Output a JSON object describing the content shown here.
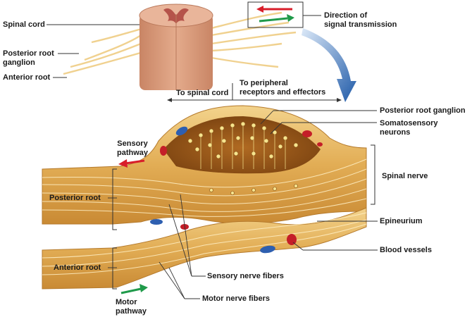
{
  "labels": {
    "spinal_cord": "Spinal cord",
    "posterior_root_ganglion_top": "Posterior root\nganglion",
    "anterior_root_top": "Anterior root",
    "direction": "Direction of\nsignal transmission",
    "to_spinal_cord": "To spinal cord",
    "to_peripheral": "To peripheral\nreceptors and effectors",
    "posterior_root_ganglion": "Posterior root ganglion",
    "somatosensory_neurons": "Somatosensory\nneurons",
    "sensory_pathway": "Sensory\npathway",
    "spinal_nerve": "Spinal nerve",
    "posterior_root": "Posterior root",
    "epineurium": "Epineurium",
    "anterior_root": "Anterior root",
    "blood_vessels": "Blood vessels",
    "sensory_nerve_fibers": "Sensory nerve fibers",
    "motor_nerve_fibers": "Motor nerve fibers",
    "motor_pathway": "Motor\npathway"
  },
  "colors": {
    "sensory_arrow": "#d81e2a",
    "motor_arrow": "#1f9a4a",
    "nerve_fill": "#e7b862",
    "ganglion_fill": "#b56e26",
    "callout_arrow": "#1f5aa8",
    "cord_fill": "#d79a7a"
  }
}
